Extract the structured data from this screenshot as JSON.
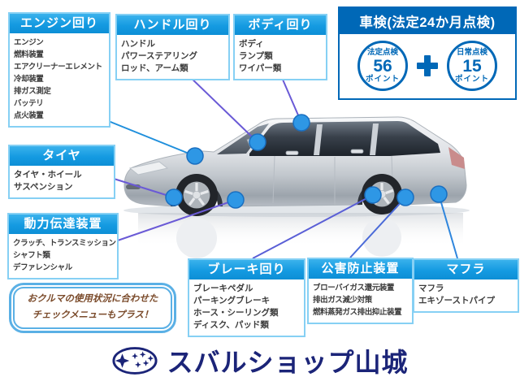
{
  "badge": {
    "title": "車検(法定24か月点検)",
    "legal": {
      "label": "法定点検",
      "points": "56",
      "unit": "ポイント"
    },
    "daily": {
      "label": "日常点検",
      "points": "15",
      "unit": "ポイント"
    }
  },
  "categories": [
    {
      "id": "engine",
      "title": "エンジン回り",
      "items": [
        "エンジン",
        "燃料装置",
        "エアクリーナーエレメント",
        "冷却装置",
        "排ガス測定",
        "バッテリ",
        "点火装置"
      ]
    },
    {
      "id": "handle",
      "title": "ハンドル回り",
      "items": [
        "ハンドル",
        "パワーステアリング",
        "ロッド、アーム類"
      ]
    },
    {
      "id": "body",
      "title": "ボディ回り",
      "items": [
        "ボディ",
        "ランプ類",
        "ワイパー類"
      ]
    },
    {
      "id": "tire",
      "title": "タイヤ",
      "items": [
        "タイヤ・ホイール",
        "サスペンション"
      ]
    },
    {
      "id": "power",
      "title": "動力伝達装置",
      "items": [
        "クラッチ、トランスミッション",
        "シャフト類",
        "デファレンシャル"
      ]
    },
    {
      "id": "brake",
      "title": "ブレーキ回り",
      "items": [
        "ブレーキペダル",
        "パーキングブレーキ",
        "ホース・シーリング類",
        "ディスク、パッド類"
      ]
    },
    {
      "id": "pollution",
      "title": "公害防止装置",
      "items": [
        "ブローバイガス還元装置",
        "排出ガス減少対策",
        "燃料蒸発ガス排出抑止装置"
      ]
    },
    {
      "id": "muffler",
      "title": "マフラ",
      "items": [
        "マフラ",
        "エキゾーストパイプ"
      ]
    }
  ],
  "connections": [
    {
      "category": "engine",
      "from": [
        131,
        148
      ],
      "to": [
        240,
        192
      ],
      "color": "#1f8fdc"
    },
    {
      "category": "handle",
      "from": [
        230,
        91
      ],
      "to": [
        317,
        175
      ],
      "color": "#6a5ad6"
    },
    {
      "category": "body",
      "from": [
        345,
        91
      ],
      "to": [
        371,
        151
      ],
      "color": "#6a5ad6"
    },
    {
      "category": "tire",
      "from": [
        137,
        219
      ],
      "to": [
        214,
        243
      ],
      "color": "#6a5ad6"
    },
    {
      "category": "power",
      "from": [
        142,
        297
      ],
      "to": [
        290,
        246
      ],
      "color": "#6a5ad6"
    },
    {
      "category": "brake",
      "from": [
        311,
        318
      ],
      "to": [
        459,
        240
      ],
      "color": "#5a5fd6"
    },
    {
      "category": "pollution",
      "from": [
        431,
        317
      ],
      "to": [
        499,
        243
      ],
      "color": "#4a6ad8"
    },
    {
      "category": "muffler",
      "from": [
        563,
        318
      ],
      "to": [
        540,
        239
      ],
      "color": "#2f86dd"
    }
  ],
  "dot": {
    "radius": 10,
    "fill": "#2e97e5",
    "stroke": "#1a6fc0"
  },
  "note": {
    "line1": "おクルマの使用状況に合わせた",
    "line2": "チェックメニューもプラス！"
  },
  "footer": {
    "shop_name": "スバルショップ山城",
    "logo": "subaru-six-stars"
  },
  "colors": {
    "category_header_blue": "#149ae1",
    "category_border": "#86d0f4",
    "badge_blue": "#0068b7",
    "dot_blue": "#2e97e5",
    "note_border_blue": "#5ab0e5",
    "note_text_brown": "#7a4a2a",
    "logo_navy": "#1b2478"
  }
}
